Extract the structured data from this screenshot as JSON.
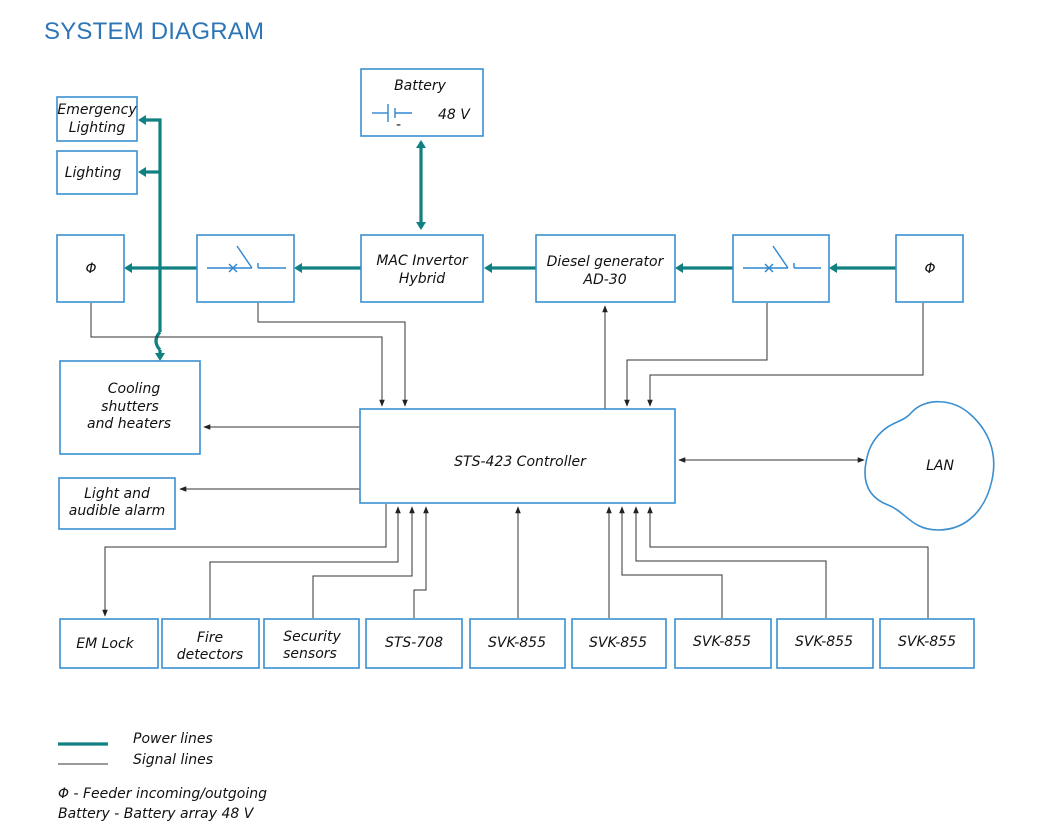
{
  "page_title": "SYSTEM DIAGRAM",
  "colors": {
    "title": "#2e75b6",
    "box_border": "#3a8fd0",
    "power_line": "#118080",
    "signal_line": "#333333"
  },
  "nodes": {
    "battery": {
      "line1": "Battery",
      "line2": "48 V",
      "sign": "-"
    },
    "emergency_lighting": {
      "line1": "Emergency",
      "line2": "Lighting"
    },
    "lighting": {
      "line1": "Lighting"
    },
    "feeder_left": {
      "line1": "Φ"
    },
    "feeder_right": {
      "line1": "Φ"
    },
    "mac_invertor": {
      "line1": "MAC Invertor",
      "line2": "Hybrid"
    },
    "diesel_generator": {
      "line1": "Diesel generator",
      "line2": "AD-30"
    },
    "cooling": {
      "line1": "Cooling",
      "line2": "shutters",
      "line3": "and heaters"
    },
    "controller": {
      "line1": "STS-423 Controller"
    },
    "lan": {
      "line1": "LAN"
    },
    "alarm": {
      "line1": "Light and",
      "line2": "audible alarm"
    },
    "em_lock": {
      "line1": "EM Lock"
    },
    "fire_detectors": {
      "line1": "Fire",
      "line2": "detectors"
    },
    "security_sensors": {
      "line1": "Security",
      "line2": "sensors"
    },
    "sts_708": {
      "line1": "STS-708"
    },
    "svk_855": {
      "line1": "SVK-855"
    }
  },
  "legend": {
    "power": "Power lines",
    "signal": "Signal lines",
    "note1": "Φ - Feeder incoming/outgoing",
    "note2": "Battery - Battery array 48 V"
  }
}
